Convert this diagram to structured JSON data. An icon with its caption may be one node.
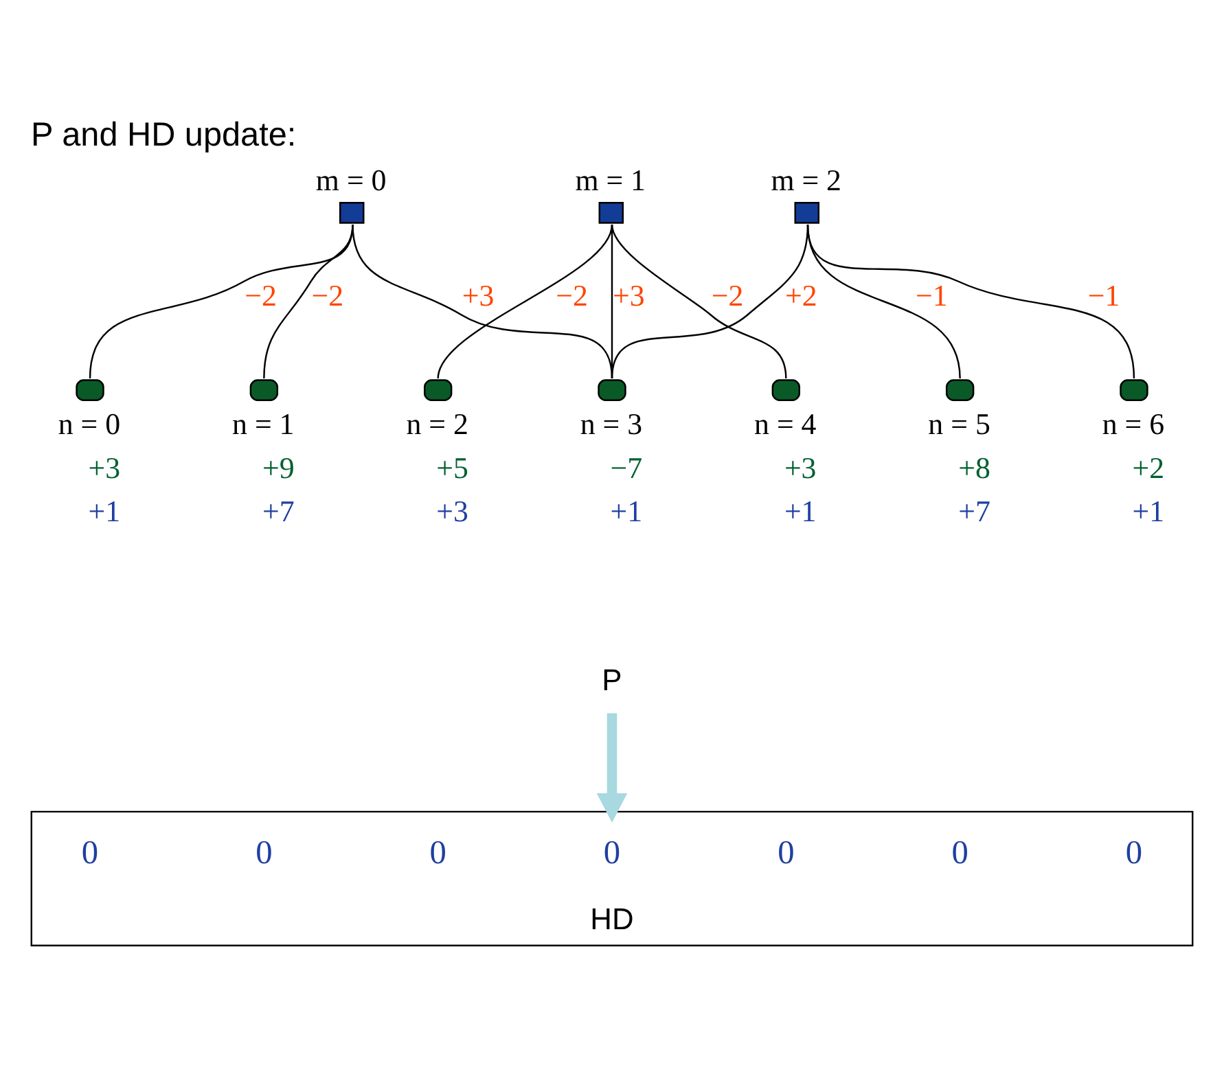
{
  "diagram": {
    "title": "P and HD update:",
    "nodes": [
      {
        "text": [
          "m = 0"
        ]
      },
      {
        "text": [
          "m = 1"
        ]
      },
      {
        "text": [
          "m = 2"
        ]
      },
      {
        "text": [
          "n = 0"
        ],
        "beside": [
          "+3",
          "+1"
        ]
      },
      {
        "text": [
          "n = 1"
        ],
        "beside": [
          "+9",
          "+7"
        ]
      },
      {
        "text": [
          "n = 2"
        ],
        "beside": [
          "+5",
          "+3"
        ]
      },
      {
        "text": [
          "n = 3"
        ],
        "beside": [
          "−7",
          "+1"
        ]
      },
      {
        "text": [
          "n = 4"
        ],
        "beside": [
          "+3",
          "+1"
        ]
      },
      {
        "text": [
          "n = 5"
        ],
        "beside": [
          "+8",
          "+7"
        ]
      },
      {
        "text": [
          "n = 6"
        ],
        "beside": [
          "+2",
          "+1"
        ]
      },
      {
        "text": [
          "P"
        ]
      },
      {
        "text": [
          "HD"
        ]
      },
      {
        "text": [
          "0"
        ],
        "in": 11
      },
      {
        "text": [
          "0"
        ],
        "in": 11
      },
      {
        "text": [
          "0"
        ],
        "in": 11
      },
      {
        "text": [
          "0"
        ],
        "in": 11
      },
      {
        "text": [
          "0"
        ],
        "in": 11
      },
      {
        "text": [
          "0"
        ],
        "in": 11
      },
      {
        "text": [
          "0"
        ],
        "in": 11
      }
    ],
    "edges": [
      {
        "from": 0,
        "to": 3,
        "arrow": "none",
        "label": "−2"
      },
      {
        "from": 0,
        "to": 4,
        "arrow": "none",
        "label": "−2"
      },
      {
        "from": 0,
        "to": 6,
        "arrow": "none",
        "label": "+3"
      },
      {
        "from": 1,
        "to": 5,
        "arrow": "none",
        "label": "−2"
      },
      {
        "from": 1,
        "to": 6,
        "arrow": "none",
        "label": "+3"
      },
      {
        "from": 1,
        "to": 7,
        "arrow": "none",
        "label": "−2"
      },
      {
        "from": 2,
        "to": 6,
        "arrow": "none",
        "label": "+2"
      },
      {
        "from": 2,
        "to": 8,
        "arrow": "none",
        "label": "−1"
      },
      {
        "from": 2,
        "to": 9,
        "arrow": "none",
        "label": "−1"
      },
      {
        "from": 10,
        "to": 11,
        "arrow": "to",
        "style": "thick",
        "color": "#a8d8e0"
      }
    ]
  }
}
